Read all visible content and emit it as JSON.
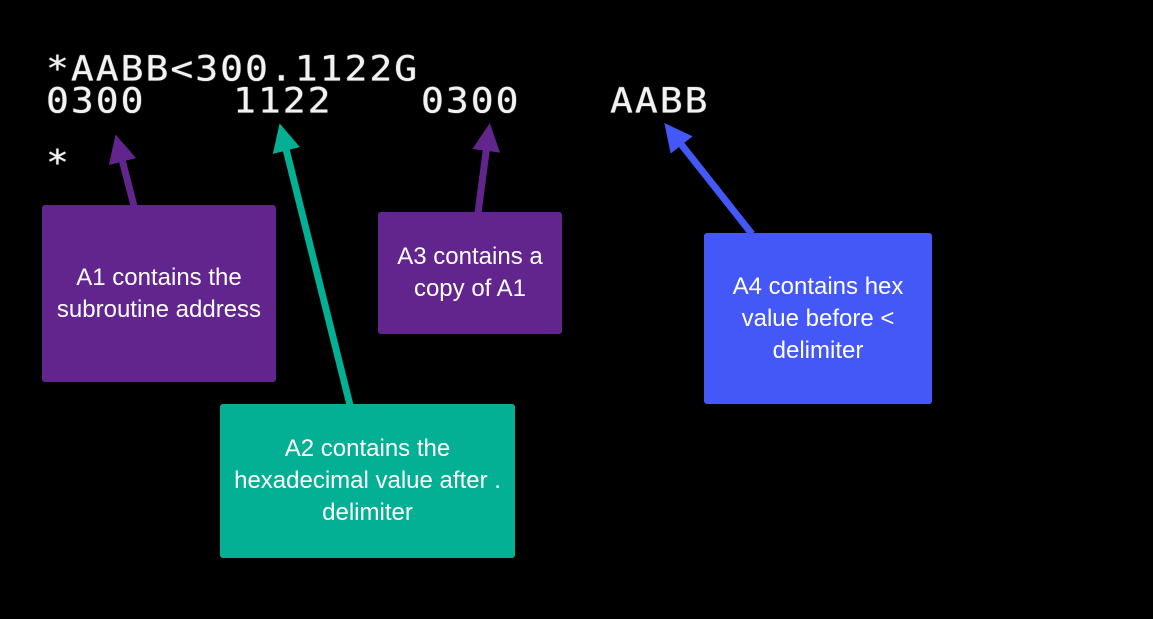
{
  "screen": {
    "command_line": "*AABB<300.1122G",
    "output_values": [
      "0300",
      "1122",
      "0300",
      "AABB"
    ],
    "prompt": "*"
  },
  "annotations": [
    {
      "id": "a1",
      "text": "A1 contains the subroutine address",
      "color": "#62258e"
    },
    {
      "id": "a2",
      "text": "A2 contains the hexadecimal value after . delimiter",
      "color": "#03b093"
    },
    {
      "id": "a3",
      "text": "A3 contains a copy of A1",
      "color": "#62258e"
    },
    {
      "id": "a4",
      "text": "A4 contains hex value before < delimiter",
      "color": "#4458f7"
    }
  ]
}
